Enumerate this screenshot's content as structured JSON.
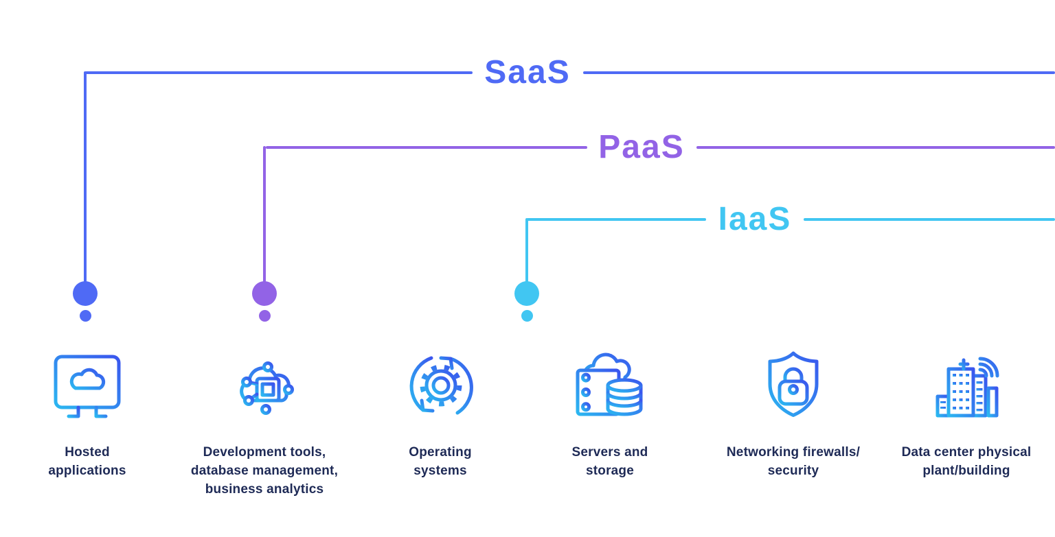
{
  "tiers": [
    {
      "label": "SaaS",
      "color": "#4f6af5"
    },
    {
      "label": "PaaS",
      "color": "#9263e6"
    },
    {
      "label": "IaaS",
      "color": "#41c6f2"
    }
  ],
  "components": [
    {
      "label": "Hosted\napplications",
      "icon": "monitor-cloud-icon"
    },
    {
      "label": "Development tools,\ndatabase management,\nbusiness analytics",
      "icon": "cloud-chip-icon"
    },
    {
      "label": "Operating\nsystems",
      "icon": "gear-sync-icon"
    },
    {
      "label": "Servers and\nstorage",
      "icon": "server-storage-icon"
    },
    {
      "label": "Networking firewalls/\nsecurity",
      "icon": "shield-lock-icon"
    },
    {
      "label": "Data center physical\nplant/building",
      "icon": "building-wifi-icon"
    }
  ],
  "colors": {
    "saas_blue": "#4f6af5",
    "paas_purple": "#9263e6",
    "iaas_cyan": "#41c6f2",
    "label_navy": "#1e2a56",
    "icon_grad_start": "#2bb7f0",
    "icon_grad_end": "#3a55ee"
  }
}
